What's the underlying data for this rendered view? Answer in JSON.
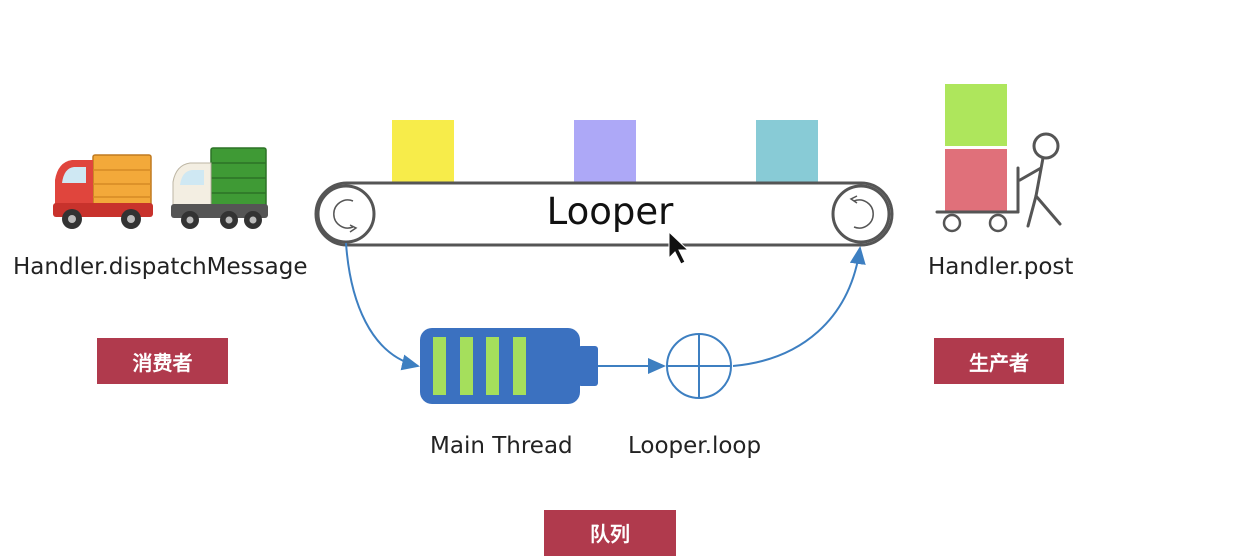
{
  "labels": {
    "consumer_method": "Handler.dispatchMessage",
    "producer_method": "Handler.post",
    "belt": "Looper",
    "main_thread": "Main Thread",
    "looper_loop": "Looper.loop"
  },
  "badges": {
    "consumer": "消费者",
    "producer": "生产者",
    "queue": "队列"
  },
  "colors": {
    "badge": "#b03a4d",
    "message_yellow": "#f7ec4a",
    "message_purple": "#ada8f7",
    "message_teal": "#88cbd6",
    "box_green": "#aee65c",
    "box_red": "#e0707a",
    "arrow_blue": "#3d7fc1",
    "battery_blue": "#3b71c0",
    "battery_cell_green": "#a5df5c"
  },
  "icons": [
    "truck-orange-icon",
    "truck-green-icon",
    "person-pushing-cart-icon",
    "cursor-arrow-icon",
    "rotate-icon",
    "circle-plus-icon"
  ]
}
